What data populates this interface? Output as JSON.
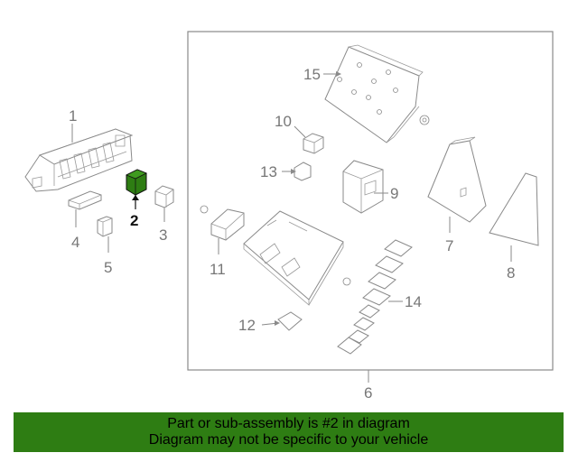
{
  "diagram": {
    "callouts": {
      "c1": "1",
      "c2": "2",
      "c3": "3",
      "c4": "4",
      "c5": "5",
      "c6": "6",
      "c7": "7",
      "c8": "8",
      "c9": "9",
      "c10": "10",
      "c11": "11",
      "c12": "12",
      "c13": "13",
      "c14": "14",
      "c15": "15"
    },
    "highlighted_part": "2",
    "colors": {
      "highlight": "#2e7d13",
      "line": "#8a8a8a",
      "banner": "#2e7d13"
    }
  },
  "banner": {
    "line1": "Part or sub-assembly is #2 in diagram",
    "line2": "Diagram may not be specific to your vehicle"
  }
}
